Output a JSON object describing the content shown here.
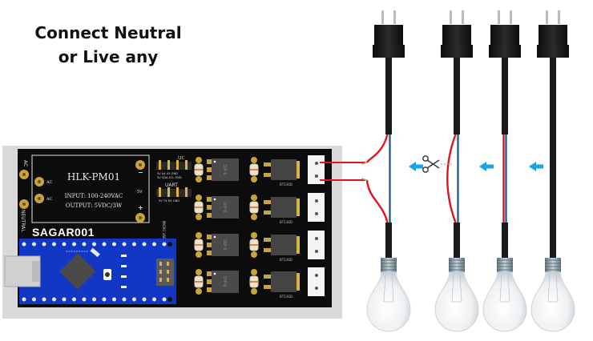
{
  "heading": {
    "line1": "Connect Neutral",
    "line2": "or Live any"
  },
  "pcb": {
    "name": "SAGAR001",
    "edge_labels": {
      "ac": "AC",
      "neutral": "NEUTRAL"
    },
    "power_module": {
      "model": "HLK-PM01",
      "input": "INPUT: 100-240VAC",
      "output": "OUTPUT: 5VDC/3W",
      "ac_pin_label": "AC",
      "v_label": "5V",
      "minus": "−",
      "plus": "+"
    },
    "i2c_header": {
      "title": "I2C",
      "row1": "5V  A4  A5  GND",
      "row2": "5V SDA SCL GND"
    },
    "uart_header": {
      "title": "UART",
      "row": "5V  TX  RX  GND"
    },
    "mcu_label": "MICRO USB",
    "optocouplers": [
      "DIP-6",
      "DIP-6",
      "DIP-6",
      "DIP-6"
    ],
    "triacs": [
      "BT136D",
      "BT136D",
      "BT136D",
      "BT136D"
    ],
    "output_terminals": 4
  },
  "lamps": {
    "count": 4,
    "wire_colors": {
      "live": "#e0141e",
      "neutral": "#1c4f8c",
      "jacket": "#1a1a1a"
    },
    "arrow_color": "#1aa3e8",
    "cut_icon": "scissors-icon"
  }
}
